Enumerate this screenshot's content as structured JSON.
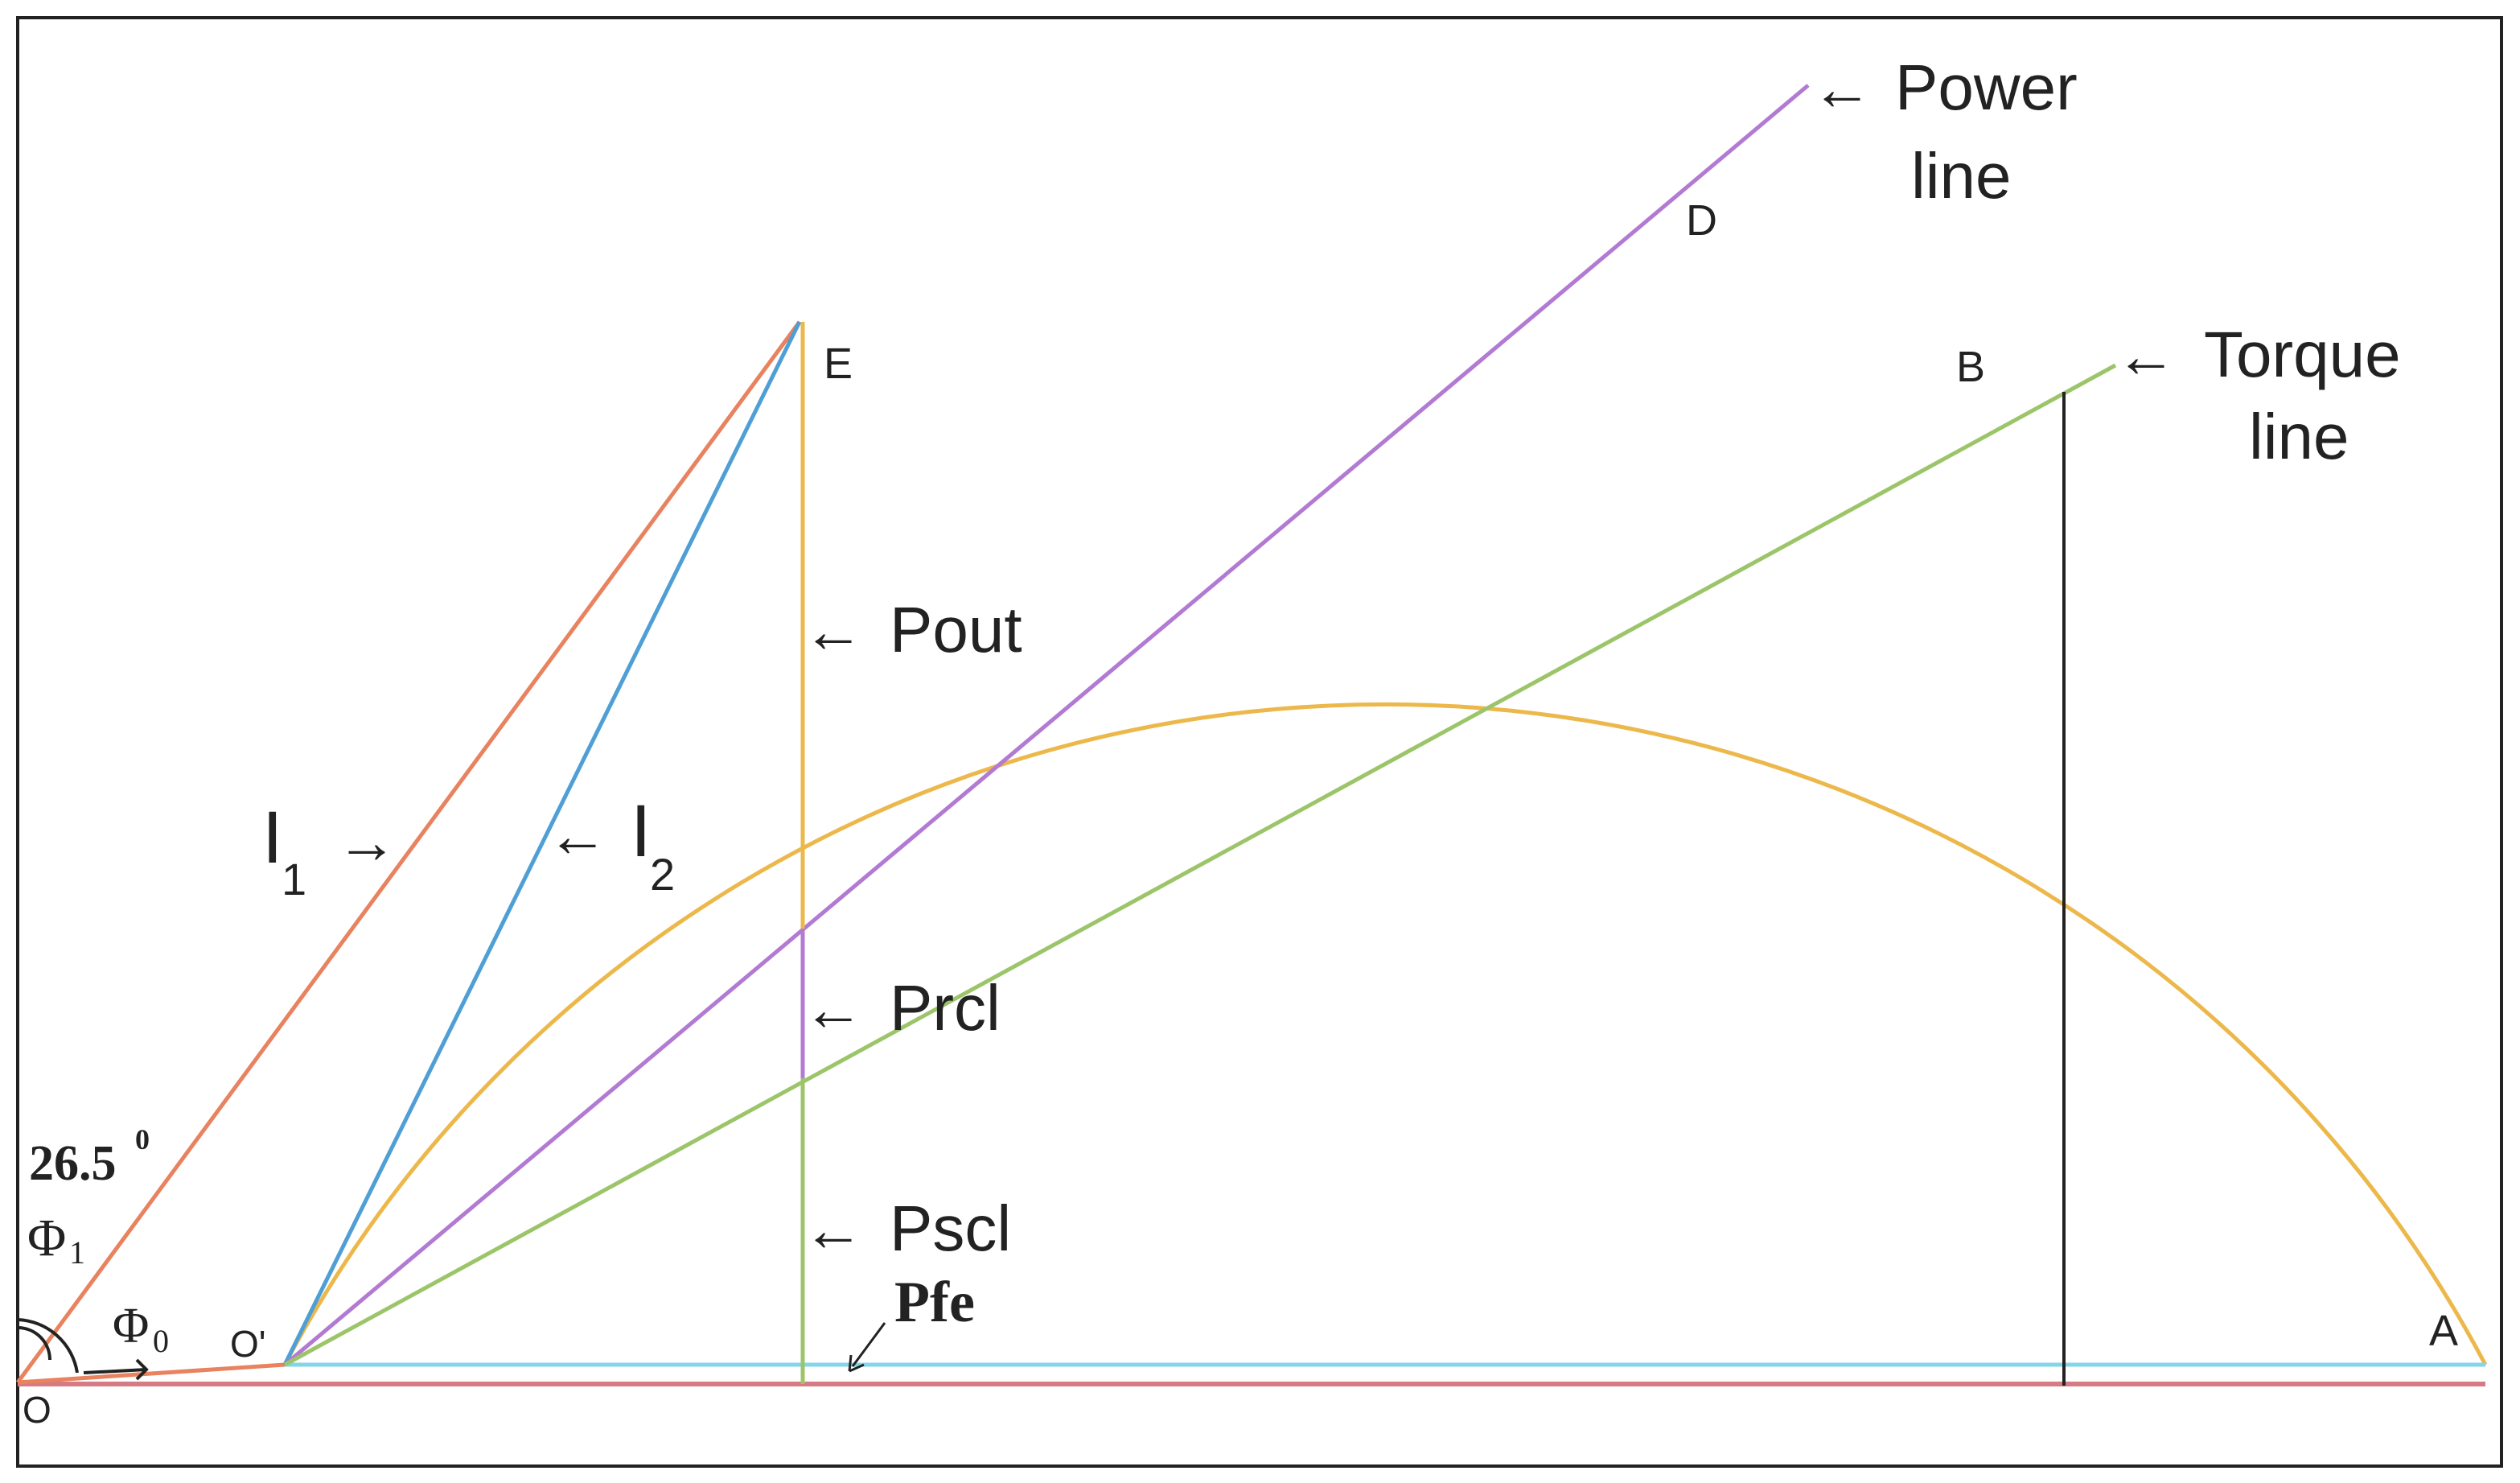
{
  "points": {
    "O": "O",
    "O_prime": "O'",
    "A": "A",
    "B": "B",
    "D": "D",
    "E": "E"
  },
  "labels": {
    "power_line": [
      "Power",
      "line"
    ],
    "torque_line": [
      "Torque",
      "line"
    ],
    "pout": "Pout",
    "prcl": "Prcl",
    "pscl": "Pscl",
    "pfe": "Pfe",
    "i1": "I",
    "i1_sub": "1",
    "i2": "I",
    "i2_sub": "2",
    "angle_value": "26.5",
    "angle_sup": "0",
    "phi1": "Φ",
    "phi1_sub": "1",
    "phi0": "Φ",
    "phi0_sub": "0",
    "arrow_left": "←",
    "arrow_right": "→"
  },
  "colors": {
    "circle": "#ecb84b",
    "i1_line": "#e8825f",
    "i2_line": "#4f9fd6",
    "power_line": "#b27ad3",
    "torque_line": "#9cc56a",
    "output_axis": "#83d6ea",
    "base_line": "#d57b83",
    "drop_line": "#222222",
    "frame": "#222222"
  }
}
